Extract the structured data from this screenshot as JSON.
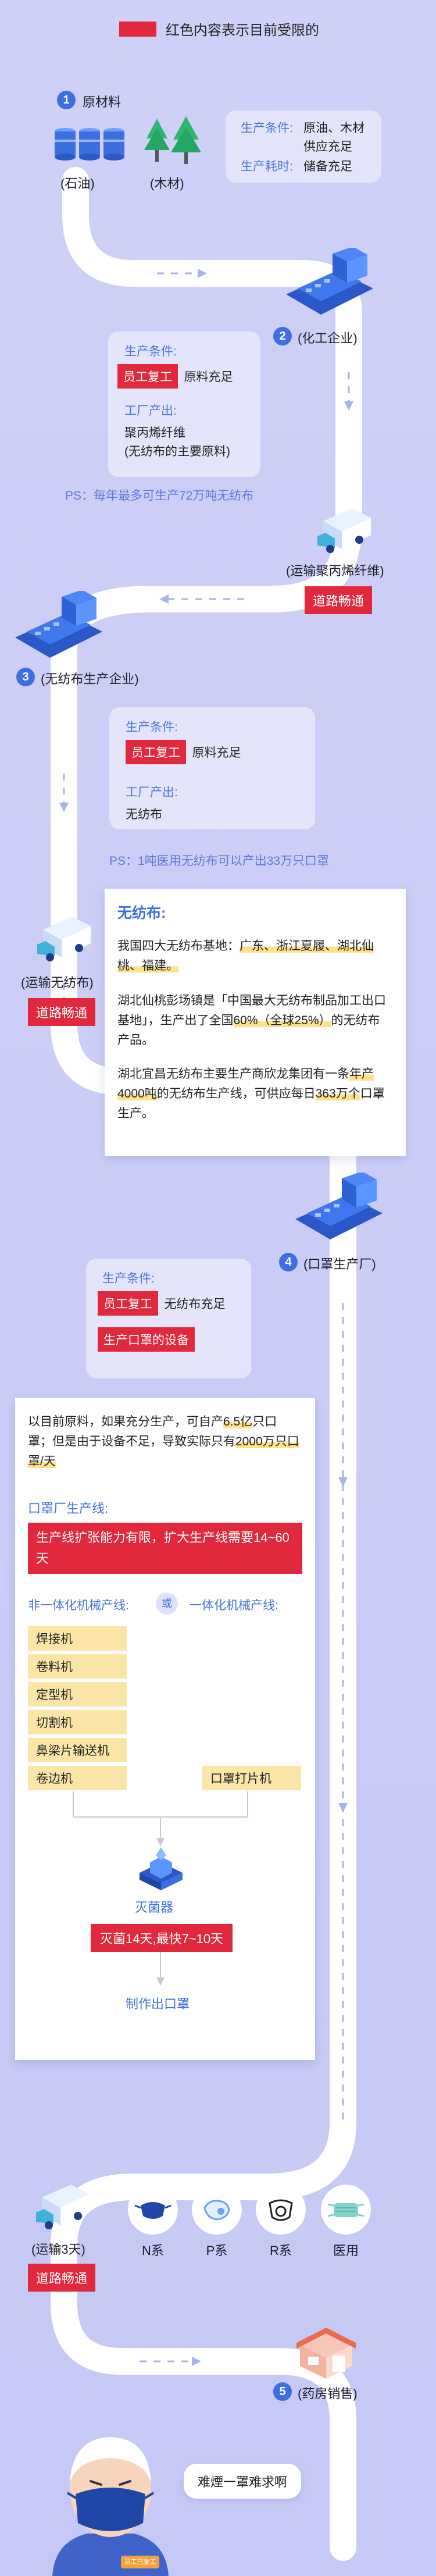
{
  "legend": {
    "text": "红色内容表示目前受限的",
    "color": "#e2283c"
  },
  "colors": {
    "accent": "#3d6fe0",
    "limited": "#e2283c",
    "road": "#ffffff",
    "highlight": "#fde28b"
  },
  "step1": {
    "num": "1",
    "title": "原材料",
    "items": [
      "(石油)",
      "(木材)"
    ],
    "cond_label": "生产条件:",
    "cond_value_1": "原油、木材",
    "cond_value_2": "供应充足",
    "cost_label": "生产耗时:",
    "cost_value": "储备充足"
  },
  "step2": {
    "num": "2",
    "title": "(化工企业)",
    "cond_label": "生产条件:",
    "tag": "员工复工",
    "tag_after": "原料充足",
    "output_label": "工厂产出:",
    "output_1": "聚丙烯纤维",
    "output_2": "(无纺布的主要原料)",
    "ps": "PS：每年最多可生产72万吨无纺布"
  },
  "transport1": {
    "label": "(运输聚丙烯纤维)",
    "status": "道路畅通"
  },
  "step3": {
    "num": "3",
    "title": "(无纺布生产企业)",
    "cond_label": "生产条件:",
    "tag": "员工复工",
    "tag_after": "原料充足",
    "output_label": "工厂产出:",
    "output_1": "无纺布",
    "ps": "PS：1吨医用无纺布可以产出33万只口罩"
  },
  "transport2": {
    "label": "(运输无纺布)",
    "status": "道路畅通"
  },
  "fabric_card": {
    "title": "无纺布:",
    "p1_a": "我国四大无纺布基地：",
    "p1_hl": "广东、浙江夏履、湖北仙桃、福建。",
    "p2_a": "湖北仙桃彭场镇是「中国最大无纺布制品加工出口基地」，生产出了全国",
    "p2_hl": "60%（全球25%）",
    "p2_b": "的无纺布产品。",
    "p3_a": "湖北宜昌无纺布主要生产商欣龙集团有一条",
    "p3_hl1": "年产4000吨",
    "p3_b": "的无纺布生产线，可供应每日",
    "p3_hl2": "363万个",
    "p3_c": "口罩生产。"
  },
  "step4": {
    "num": "4",
    "title": "(口罩生产厂)",
    "cond_label": "生产条件:",
    "tag": "员工复工",
    "tag_after": "无纺布充足",
    "tag2": "生产口罩的设备"
  },
  "mask_card": {
    "intro_a": "以目前原料，如果充分生产，可自产",
    "intro_hl1": "6.5亿",
    "intro_b": "只口罩；但是由于设备不足，导致实际只有",
    "intro_hl2": "2000万只口罩/天",
    "line_title": "口罩厂生产线:",
    "line_limit": "生产线扩张能力有限，扩大生产线需要14~60天",
    "left_type": "非一体化机械产线:",
    "or": "或",
    "right_type": "一体化机械产线:",
    "machines": [
      "焊接机",
      "卷料机",
      "定型机",
      "切割机",
      "鼻梁片输送机",
      "卷边机"
    ],
    "integrated": "口罩打片机",
    "sterilizer": "灭菌器",
    "sterilize_limit": "灭菌14天,最快7~10天",
    "result": "制作出口罩"
  },
  "transport3": {
    "label": "(运输3天)",
    "status": "道路畅通"
  },
  "mask_types": [
    "N系",
    "P系",
    "R系",
    "医用"
  ],
  "step5": {
    "num": "5",
    "title": "(药房销售)"
  },
  "ending": {
    "speech": "难煙一罩难求啊",
    "badge": "员工已复工"
  }
}
